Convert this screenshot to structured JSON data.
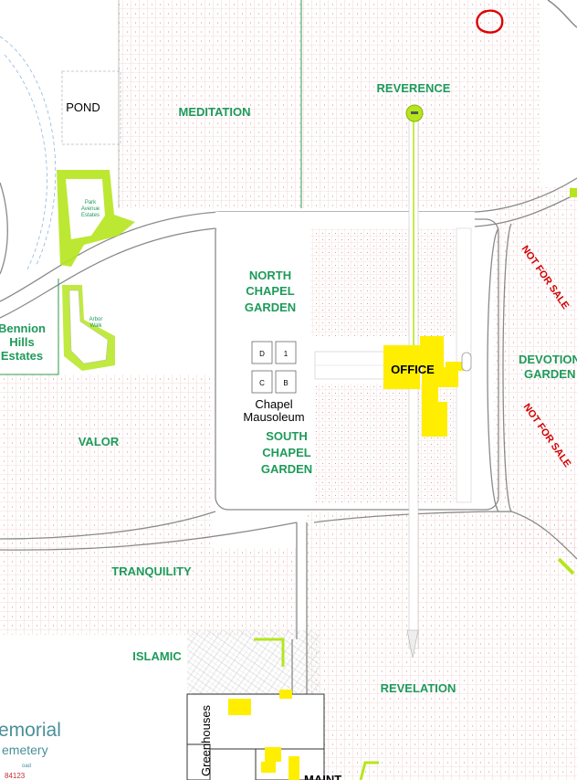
{
  "sections": {
    "reverence": "REVERENCE",
    "meditation": "MEDITATION",
    "pond": "POND",
    "park_avenue": [
      "Park",
      "Avenue",
      "Estates"
    ],
    "arbor_walk": [
      "Arbor",
      "Walk"
    ],
    "bennion": [
      "Bennion",
      "Hills",
      "Estates"
    ],
    "north_chapel": [
      "NORTH",
      "CHAPEL",
      "GARDEN"
    ],
    "chapel_mausoleum": [
      "Chapel",
      "Mausoleum"
    ],
    "south_chapel": [
      "SOUTH",
      "CHAPEL",
      "GARDEN"
    ],
    "office": "OFFICE",
    "devotion": [
      "DEVOTION",
      "GARDEN"
    ],
    "not_for_sale": "NOT FOR SALE",
    "valor": "VALOR",
    "tranquility": "TRANQUILITY",
    "islamic": "ISLAMIC",
    "revelation": "REVELATION",
    "greenhouses": "Greenhouses",
    "maint": "MAINT"
  },
  "mausoleum_units": [
    "D",
    "1",
    "C",
    "B"
  ],
  "branding": {
    "memorial": "emorial",
    "cemetery": "emetery",
    "road": "oad",
    "zip": "84123"
  },
  "colors": {
    "section_label": "#1e9a5a",
    "not_for_sale": "#d40000",
    "building": "#ffee00",
    "lawn_accent": "#b5e61d",
    "plot_grid": "#e9a3a3",
    "road_edge": "#8a8a8a",
    "marker_circle": "#dd0000"
  }
}
